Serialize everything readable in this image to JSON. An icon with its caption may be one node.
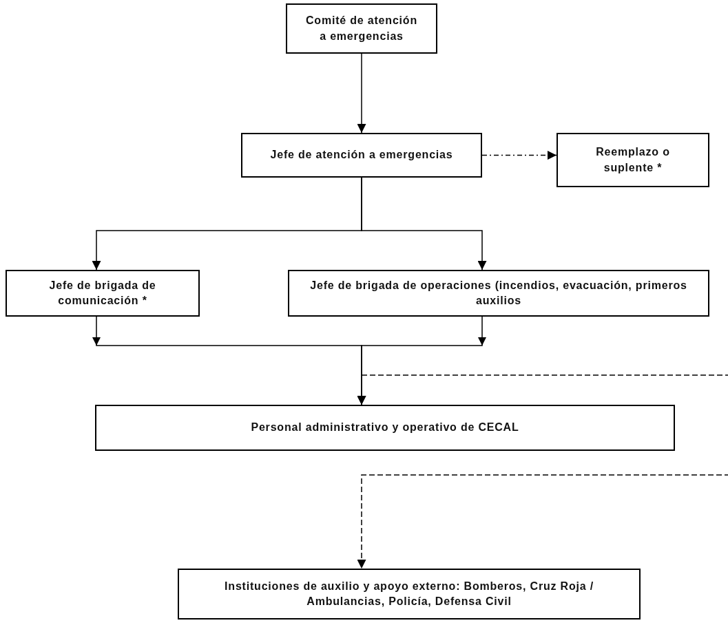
{
  "diagram": {
    "nodes": [
      {
        "text": [
          "Comité de atención a emergencias"
        ]
      },
      {
        "text": [
          "Jefe de atención a emergencias"
        ]
      },
      {
        "text": [
          "Reemplazo o suplente *"
        ]
      },
      {
        "text": [
          "Jefe de brigada de comunicación *"
        ]
      },
      {
        "text": [
          "Jefe de brigada de operaciones (incendios, evacuación, primeros auxilios"
        ]
      },
      {
        "text": [
          "Personal administrativo y operativo de CECAL"
        ]
      },
      {
        "text": [
          "Instituciones de auxilio y apoyo externo: Bomberos, Cruz Roja / Ambulancias, Policía, Defensa Civil"
        ]
      }
    ],
    "edges": [
      {
        "from": 0,
        "to": 1,
        "arrow": "to"
      },
      {
        "from": 1,
        "to": 2,
        "arrow": "to",
        "style": "dashed"
      },
      {
        "from": 1,
        "to": 3,
        "arrow": "to"
      },
      {
        "from": 1,
        "to": 4,
        "arrow": "to"
      },
      {
        "from": 3,
        "to": 5,
        "arrow": "to"
      },
      {
        "from": 4,
        "to": 5,
        "arrow": "to"
      },
      {
        "from": null,
        "to": 6,
        "arrow": "to",
        "style": "dashed"
      }
    ]
  }
}
